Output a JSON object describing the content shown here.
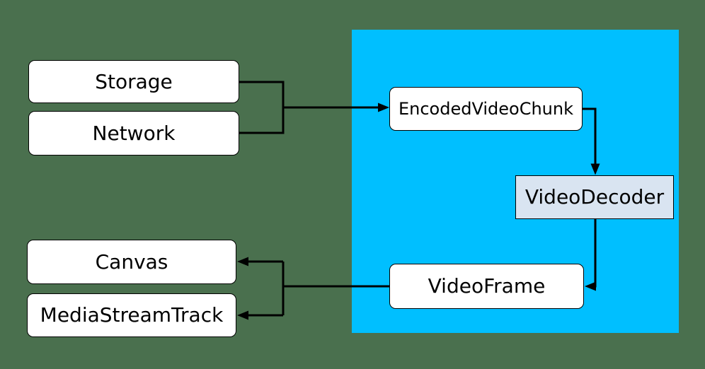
{
  "diagram": {
    "type": "flow-diagram",
    "colors": {
      "background": "#4a704e",
      "panel": "#00bfff",
      "node_fill": "#ffffff",
      "decoder_fill": "#d9e4f1",
      "line": "#000000",
      "text": "#000000"
    },
    "nodes": {
      "storage": {
        "label": "Storage",
        "fill": "#ffffff"
      },
      "network": {
        "label": "Network",
        "fill": "#ffffff"
      },
      "encoded_video_chunk": {
        "label": "EncodedVideoChunk",
        "fill": "#ffffff"
      },
      "video_decoder": {
        "label": "VideoDecoder",
        "fill": "#d9e4f1"
      },
      "video_frame": {
        "label": "VideoFrame",
        "fill": "#ffffff"
      },
      "canvas": {
        "label": "Canvas",
        "fill": "#ffffff"
      },
      "media_stream_track": {
        "label": "MediaStreamTrack",
        "fill": "#ffffff"
      }
    },
    "edges": [
      {
        "from": [
          "Storage",
          "Network"
        ],
        "to": "EncodedVideoChunk"
      },
      {
        "from": "EncodedVideoChunk",
        "to": "VideoDecoder"
      },
      {
        "from": "VideoDecoder",
        "to": "VideoFrame"
      },
      {
        "from": "VideoFrame",
        "to": [
          "Canvas",
          "MediaStreamTrack"
        ]
      }
    ]
  }
}
